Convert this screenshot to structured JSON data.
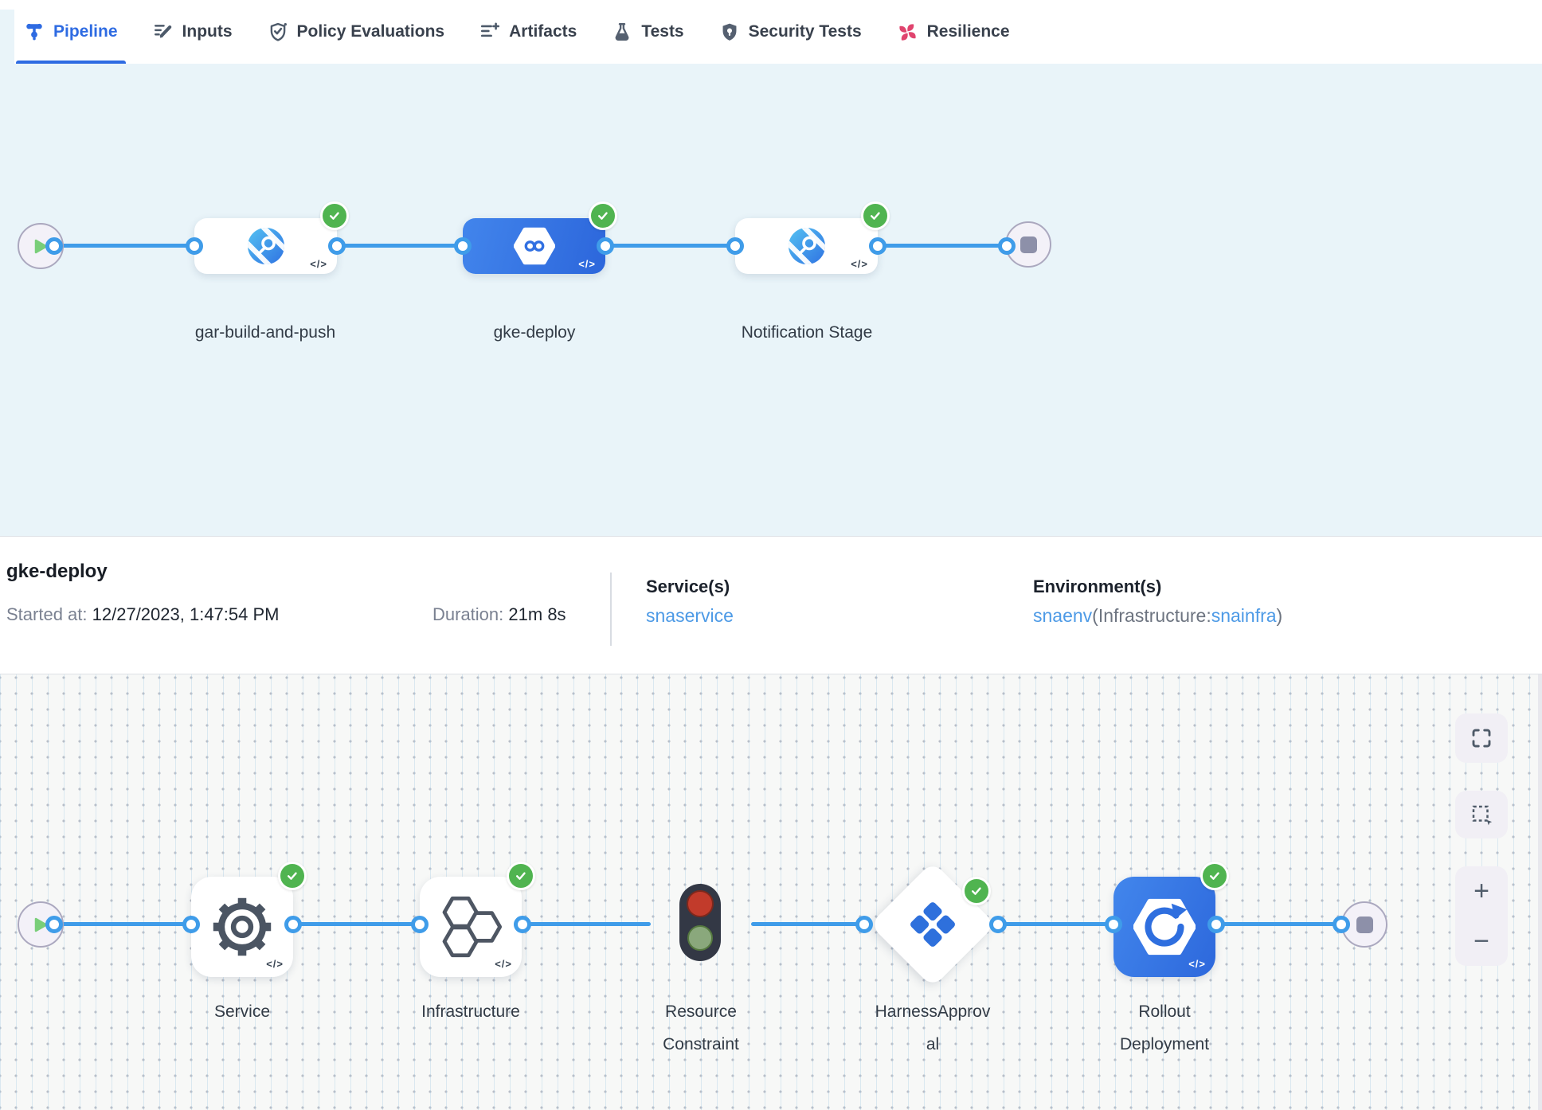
{
  "tab_bar": {
    "tabs": [
      {
        "label": "Pipeline",
        "icon": "pipeline-icon",
        "active": true
      },
      {
        "label": "Inputs",
        "icon": "inputs-icon",
        "active": false
      },
      {
        "label": "Policy Evaluations",
        "icon": "policy-evaluations-icon",
        "active": false
      },
      {
        "label": "Artifacts",
        "icon": "artifacts-icon",
        "active": false
      },
      {
        "label": "Tests",
        "icon": "tests-icon",
        "active": false
      },
      {
        "label": "Security Tests",
        "icon": "security-tests-icon",
        "active": false
      },
      {
        "label": "Resilience",
        "icon": "resilience-icon",
        "active": false
      }
    ]
  },
  "stage_graph": {
    "stages": [
      {
        "label": "gar-build-and-push",
        "status": "success",
        "selected": false,
        "type": "build"
      },
      {
        "label": "gke-deploy",
        "status": "success",
        "selected": true,
        "type": "deploy"
      },
      {
        "label": "Notification Stage",
        "status": "success",
        "selected": false,
        "type": "custom"
      }
    ]
  },
  "details": {
    "title": "gke-deploy",
    "started_label": "Started at:",
    "started_value": "12/27/2023, 1:47:54 PM",
    "duration_label": "Duration:",
    "duration_value": "21m 8s",
    "services_label": "Service(s)",
    "services_value": "snaservice",
    "environments_label": "Environment(s)",
    "environment_name": "snaenv",
    "environment_infra_open": "(Infrastructure:",
    "environment_infra_name": "snainfra",
    "environment_close": ")"
  },
  "execution_graph": {
    "steps": [
      {
        "label": "Service",
        "status": "success",
        "type": "service"
      },
      {
        "label": "Infrastructure",
        "status": "success",
        "type": "infrastructure"
      },
      {
        "label": "Resource Constraint",
        "type": "resource-constraint"
      },
      {
        "label": "HarnessApproval",
        "status": "success",
        "type": "approval"
      },
      {
        "label": "Rollout Deployment",
        "status": "success",
        "selected": true,
        "type": "rollout"
      }
    ]
  },
  "glyphs": {
    "code": "</>"
  },
  "controls": {
    "zoom_in": "+",
    "zoom_out": "−"
  },
  "colors": {
    "accent_blue": "#2e6be2",
    "link_blue": "#4d9ae6",
    "success_green": "#50b450",
    "connector_blue": "#3f9ce9",
    "selected_stage_blue": "#3a7ce6",
    "resilience_pink": "#e0446e",
    "canvas_blue": "#e9f4f9"
  }
}
